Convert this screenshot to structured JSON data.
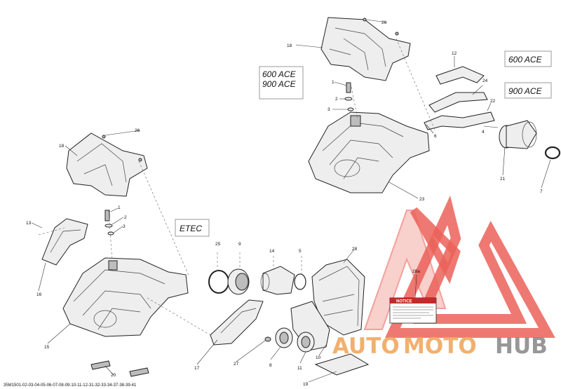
{
  "document_id": "35M1501-02-03-04-05-06-07-08-09-10-11-12-31-32-33-34-37-38-39-41",
  "engine_labels": {
    "top_combo": [
      "600 ACE",
      "900 ACE"
    ],
    "ace600": "600 ACE",
    "ace900": "900 ACE",
    "etec": "ETEC"
  },
  "callouts": {
    "c1a": "1",
    "c2a": "2",
    "c3a": "3",
    "c4": "4",
    "c5": "5",
    "c6": "6",
    "c7": "7",
    "c8": "8",
    "c9": "9",
    "c10": "10",
    "c11": "11",
    "c12": "12",
    "c13": "13",
    "c14": "14",
    "c15": "15",
    "c16": "16",
    "c17": "17",
    "c18a": "18",
    "c18b": "18",
    "c19": "19",
    "c20": "20",
    "c21": "21",
    "c22": "22",
    "c23": "23",
    "c24": "24",
    "c25": "25",
    "c26a": "26",
    "c26b": "26",
    "c27": "27",
    "c28": "28",
    "c28a": "28a",
    "c1b": "1",
    "c2b": "2",
    "c3b": "3"
  },
  "notice_label": {
    "title": "NOTICE"
  },
  "watermark": {
    "word_1": "AUTO",
    "word_2": "MOTO",
    "word_3": "HUB"
  },
  "colors": {
    "watermark_red": "#e8463c",
    "watermark_orange": "#f0a860",
    "watermark_grey": "#8c8c8c"
  }
}
